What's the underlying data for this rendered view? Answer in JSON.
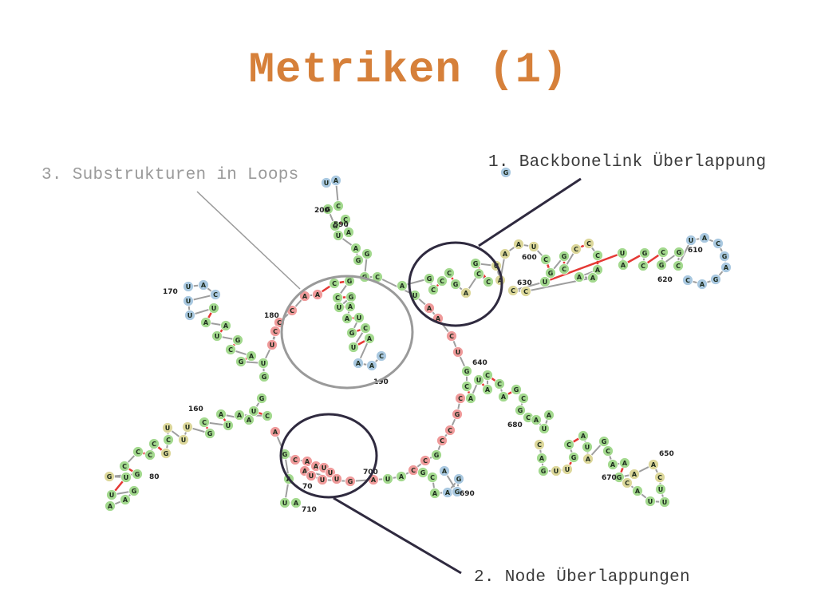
{
  "slide": {
    "title": "Metriken (1)",
    "title_color": "#d6803a",
    "text_color": "#3b3b3b",
    "muted_text_color": "#9a9a9a"
  },
  "callouts": [
    {
      "number": "1.",
      "text": "Backbonelink Überlappung",
      "label": "1. Backbonelink Überlappung"
    },
    {
      "number": "2.",
      "text": "Node Überlappungen",
      "label": "2. Node Überlappungen"
    },
    {
      "number": "3.",
      "text": "Substrukturen in Loops",
      "label": "3. Substrukturen in Loops"
    }
  ],
  "diagram": {
    "type": "rna-secondary-structure",
    "node_colors": {
      "A": "#a3d98e",
      "U": "#a3d98e",
      "G": "#a3d98e",
      "C": "#a3d98e",
      "loop_red": "#ef9a9a",
      "loop_yellow": "#dcd79a",
      "loop_blue": "#a9c8e0"
    },
    "position_labels": [
      "170",
      "180",
      "190",
      "200",
      "590",
      "600",
      "610",
      "620",
      "630",
      "640",
      "650",
      "670",
      "680",
      "690",
      "700",
      "710",
      "160",
      "80",
      "70"
    ]
  }
}
